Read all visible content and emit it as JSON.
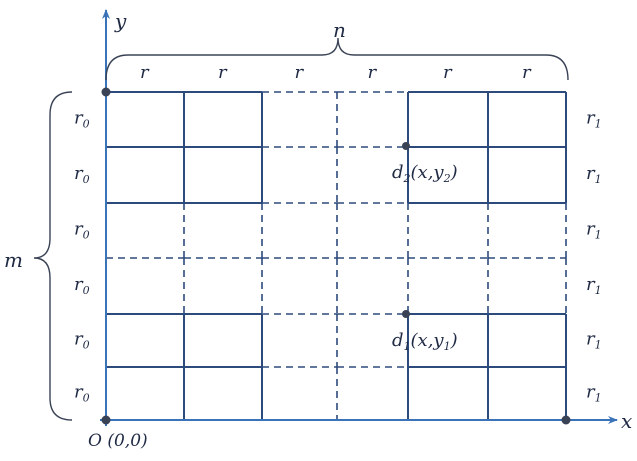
{
  "axes": {
    "x_label": "x",
    "y_label": "y",
    "origin_label": "O (0,0)"
  },
  "grid": {
    "columns_label": "n",
    "rows_label": "m",
    "column_width_labels": [
      "r",
      "r",
      "r",
      "r",
      "r",
      "r"
    ],
    "left_row_labels": [
      {
        "base": "r",
        "sub": "0"
      },
      {
        "base": "r",
        "sub": "0"
      },
      {
        "base": "r",
        "sub": "0"
      },
      {
        "base": "r",
        "sub": "0"
      },
      {
        "base": "r",
        "sub": "0"
      },
      {
        "base": "r",
        "sub": "0"
      }
    ],
    "right_row_labels": [
      {
        "base": "r",
        "sub": "1"
      },
      {
        "base": "r",
        "sub": "1"
      },
      {
        "base": "r",
        "sub": "1"
      },
      {
        "base": "r",
        "sub": "1"
      },
      {
        "base": "r",
        "sub": "1"
      },
      {
        "base": "r",
        "sub": "1"
      }
    ]
  },
  "points": {
    "d2": {
      "name": "d",
      "sub": "2",
      "coords_open": "(x,y",
      "coords_sub": "2",
      "coords_close": ")"
    },
    "d1": {
      "name": "d",
      "sub": "1",
      "coords_open": "(x,y",
      "coords_sub": "1",
      "coords_close": ")"
    }
  },
  "colors": {
    "line": "#2d4a7c",
    "text": "#1f2a44",
    "axis": "#3a73b8",
    "dot": "#3a4356"
  }
}
